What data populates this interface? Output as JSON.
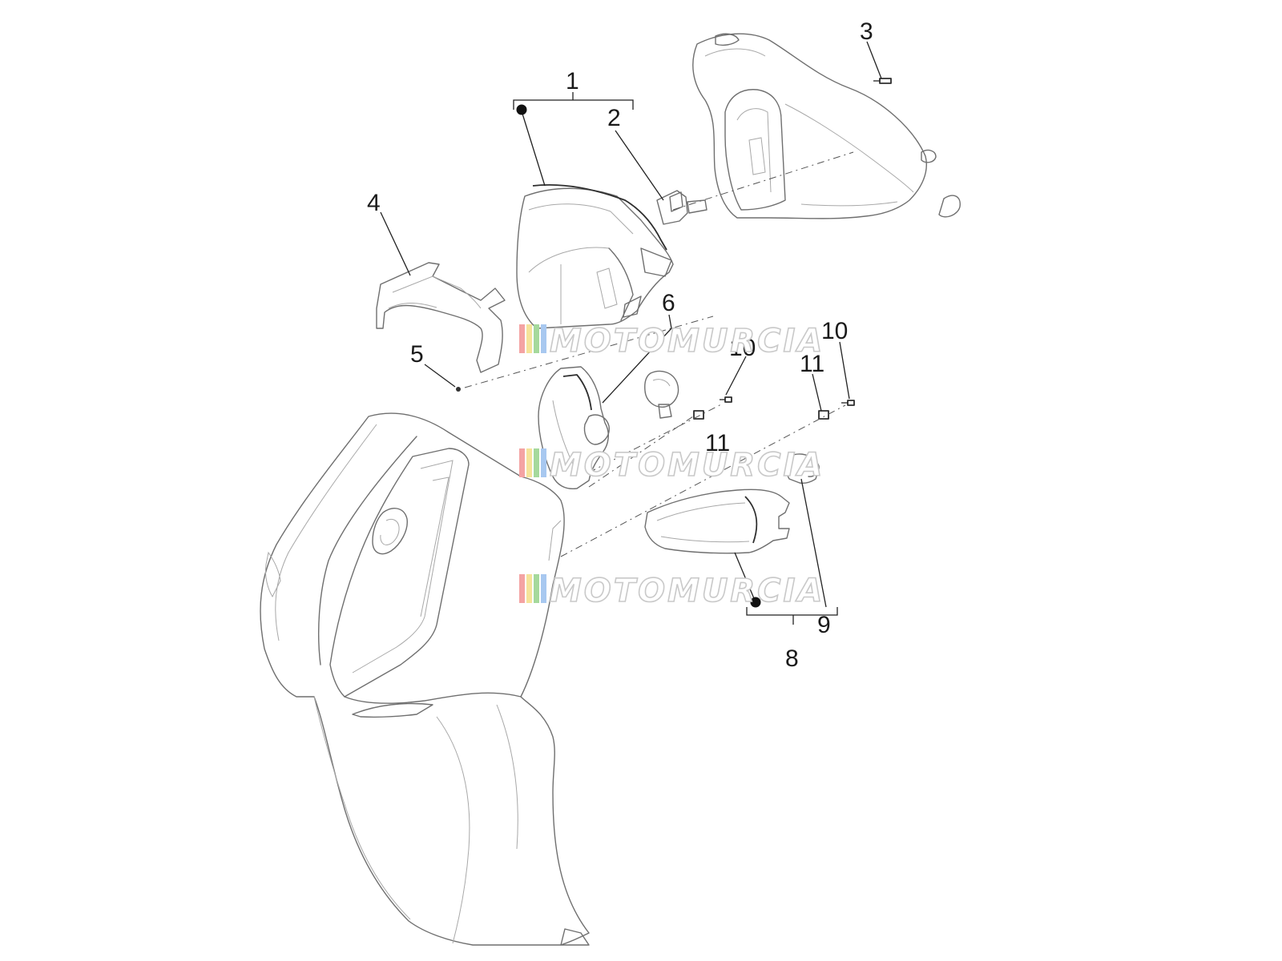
{
  "callouts": [
    {
      "id": "c1",
      "label": "1"
    },
    {
      "id": "c2",
      "label": "2"
    },
    {
      "id": "c3",
      "label": "3"
    },
    {
      "id": "c4",
      "label": "4"
    },
    {
      "id": "c5",
      "label": "5"
    },
    {
      "id": "c6",
      "label": "6"
    },
    {
      "id": "c8",
      "label": "8"
    },
    {
      "id": "c9",
      "label": "9"
    },
    {
      "id": "c10a",
      "label": "10"
    },
    {
      "id": "c10b",
      "label": "10"
    },
    {
      "id": "c11a",
      "label": "11"
    },
    {
      "id": "c11b",
      "label": "11"
    }
  ],
  "watermark": {
    "text": "MOTOMURCIA",
    "stripe_colors": [
      "#f4a3a3",
      "#f5e39a",
      "#a5d99c",
      "#a8c8f0"
    ]
  },
  "colors": {
    "line": "#6f6f6f",
    "ink": "#1a1a1a"
  }
}
